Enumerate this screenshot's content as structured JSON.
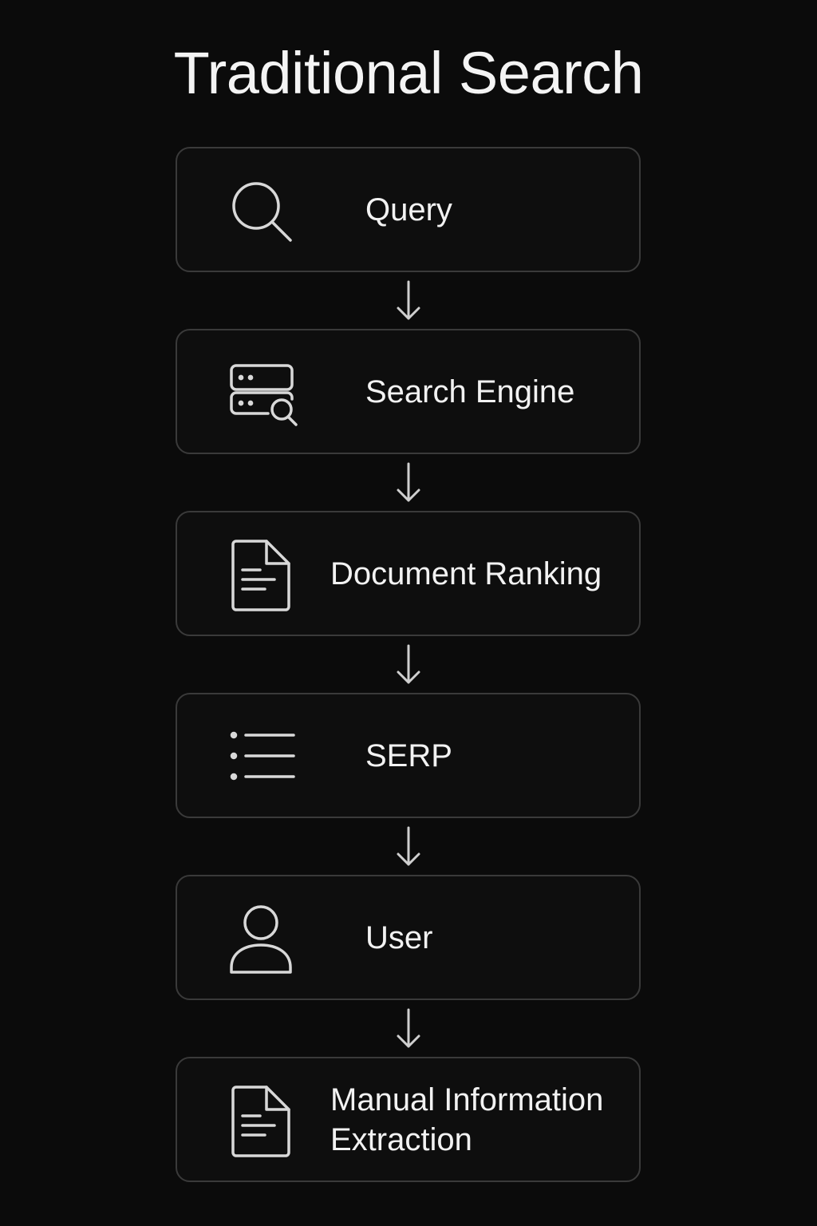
{
  "title": "Traditional Search",
  "steps": [
    {
      "label": "Query",
      "icon": "search-icon"
    },
    {
      "label": "Search Engine",
      "icon": "server-search-icon"
    },
    {
      "label": "Document Ranking",
      "icon": "document-icon"
    },
    {
      "label": "SERP",
      "icon": "list-icon"
    },
    {
      "label": "User",
      "icon": "user-icon"
    },
    {
      "label": "Manual Information Extraction",
      "icon": "document-icon"
    }
  ],
  "colors": {
    "background": "#0b0b0b",
    "box_border": "#3a3a3a",
    "icon_stroke": "#d8d8d8",
    "text": "#f2f2f2"
  }
}
